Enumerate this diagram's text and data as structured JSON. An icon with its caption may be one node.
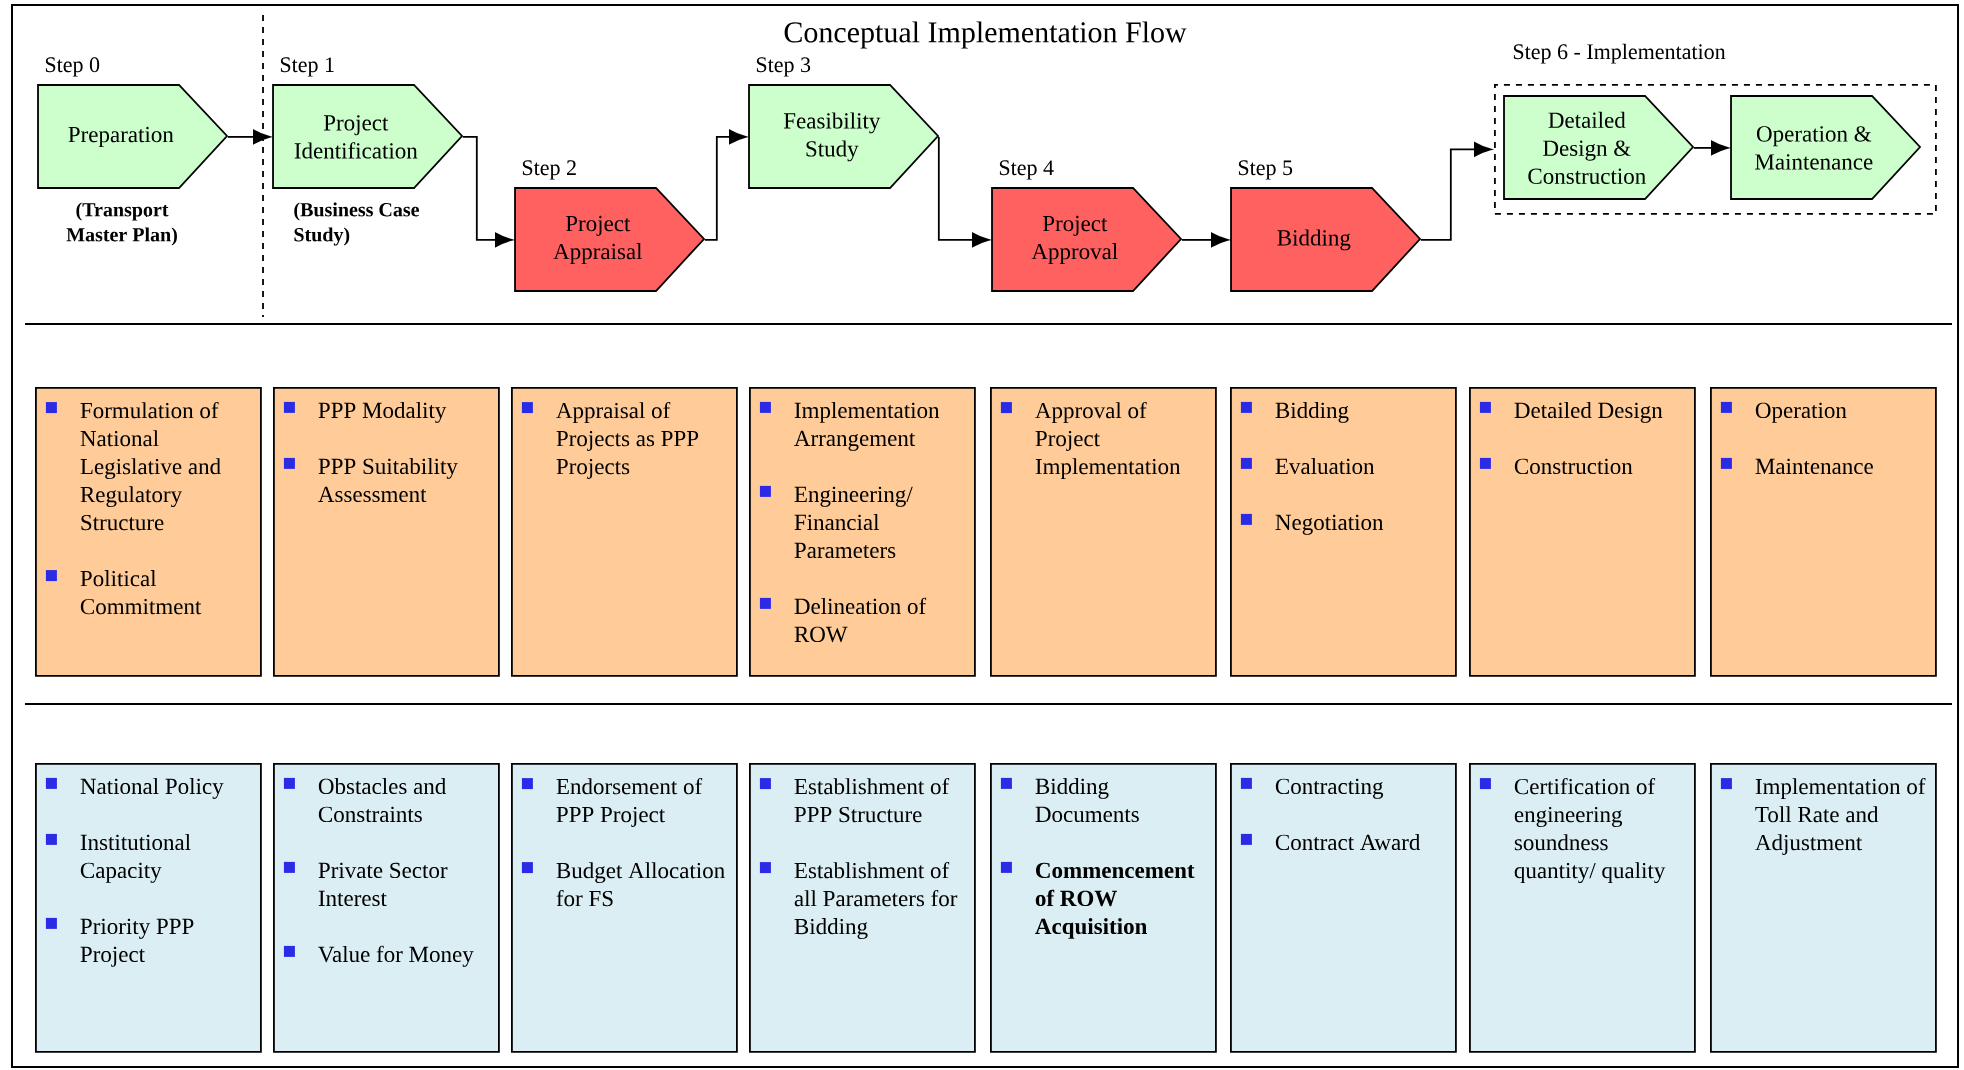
{
  "diagram": {
    "title": "Conceptual Implementation Flow",
    "nodes": [
      {
        "text": [
          "Preparation"
        ],
        "beside": [
          "Step 0",
          "(Transport Master Plan)"
        ]
      },
      {
        "text": [
          "Project Identification"
        ],
        "beside": [
          "Step 1",
          "(Business Case Study)"
        ]
      },
      {
        "text": [
          "Project Appraisal"
        ],
        "beside": [
          "Step 2"
        ]
      },
      {
        "text": [
          "Feasibility Study"
        ],
        "beside": [
          "Step 3"
        ]
      },
      {
        "text": [
          "Project Approval"
        ],
        "beside": [
          "Step 4"
        ]
      },
      {
        "text": [
          "Bidding"
        ],
        "beside": [
          "Step 5"
        ]
      },
      {
        "text": [
          "Step 6 - Implementation"
        ]
      },
      {
        "text": [
          "Detailed Design & Construction"
        ],
        "in": 6
      },
      {
        "text": [
          "Operation & Maintenance"
        ],
        "in": 6
      },
      {
        "text": [
          "Formulation of National Legislative and Regulatory Structure",
          "Political Commitment"
        ]
      },
      {
        "text": [
          "PPP Modality",
          "PPP Suitability Assessment"
        ]
      },
      {
        "text": [
          "Appraisal of Projects as PPP Projects"
        ]
      },
      {
        "text": [
          "Implementation Arrangement",
          "Engineering/ Financial Parameters",
          "Delineation of ROW"
        ]
      },
      {
        "text": [
          "Approval of Project Implementation"
        ]
      },
      {
        "text": [
          "Bidding",
          "Evaluation",
          "Negotiation"
        ]
      },
      {
        "text": [
          "Detailed Design",
          "Construction"
        ]
      },
      {
        "text": [
          "Operation",
          "Maintenance"
        ]
      },
      {
        "text": [
          "National Policy",
          "Institutional Capacity",
          "Priority PPP Project"
        ]
      },
      {
        "text": [
          "Obstacles and Constraints",
          "Private Sector Interest",
          "Value for Money"
        ]
      },
      {
        "text": [
          "Endorsement of PPP Project",
          "Budget Allocation for FS"
        ]
      },
      {
        "text": [
          "Establishment of PPP Structure",
          "Establishment of all Parameters for Bidding"
        ]
      },
      {
        "text": [
          "Bidding Documents",
          "**Commencement of ROW Acquisition**"
        ]
      },
      {
        "text": [
          "Contracting",
          "Contract Award"
        ]
      },
      {
        "text": [
          "Certification of engineering soundness quantity/ quality"
        ]
      },
      {
        "text": [
          "Implementation of Toll Rate and Adjustment"
        ]
      }
    ],
    "edges": [
      {
        "from": 0,
        "to": 1,
        "arrow": "to"
      },
      {
        "from": 1,
        "to": 2,
        "arrow": "to"
      },
      {
        "from": 2,
        "to": 3,
        "arrow": "to"
      },
      {
        "from": 3,
        "to": 4,
        "arrow": "to"
      },
      {
        "from": 4,
        "to": 5,
        "arrow": "to"
      },
      {
        "from": 5,
        "to": 6,
        "arrow": "to"
      },
      {
        "from": 7,
        "to": 8,
        "arrow": "to"
      }
    ]
  }
}
